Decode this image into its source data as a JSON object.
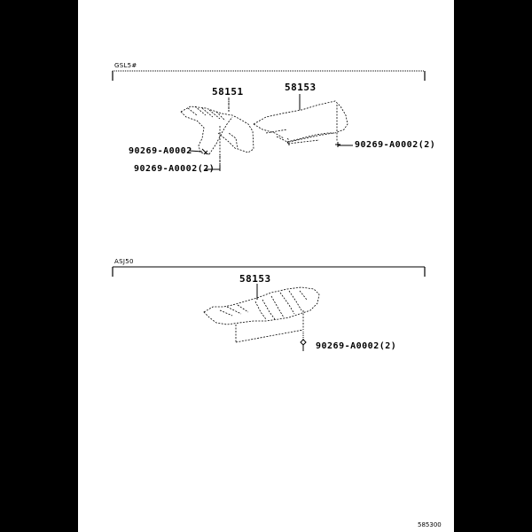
{
  "page": {
    "background": "#000000",
    "sheet_color": "#ffffff",
    "figure_code": "585300"
  },
  "sections": [
    {
      "label": "GSL5#",
      "parts": [
        {
          "number": "58151"
        },
        {
          "number": "58153"
        }
      ],
      "fasteners": [
        {
          "number": "90269-A0002"
        },
        {
          "number": "90269-A0002(2)"
        },
        {
          "number": "90269-A0002(2)"
        }
      ]
    },
    {
      "label": "ASJ50",
      "parts": [
        {
          "number": "58153"
        }
      ],
      "fasteners": [
        {
          "number": "90269-A0002(2)"
        }
      ]
    }
  ]
}
